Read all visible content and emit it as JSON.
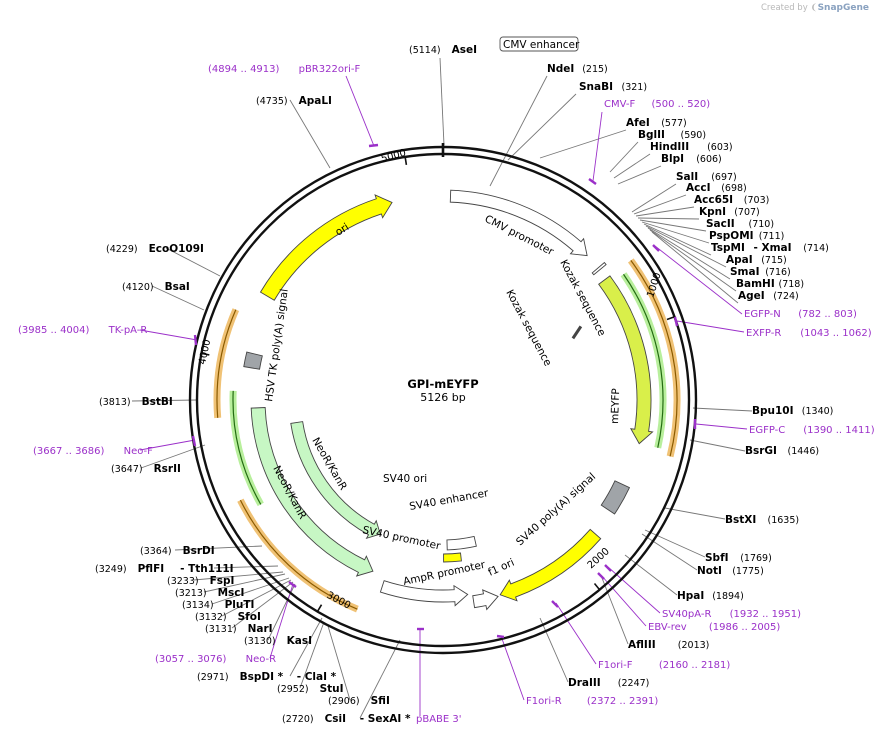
{
  "credit": {
    "prefix": "Created by",
    "brand": "SnapGene"
  },
  "plasmid": {
    "name": "GPI-mEYFP",
    "length_label": "5126 bp",
    "length": 5126
  },
  "ticks": [
    "1000",
    "2000",
    "3000",
    "4000",
    "5000"
  ],
  "features": [
    {
      "name": "CMV enhancer",
      "label": "CMV enhancer",
      "boxed": true
    },
    {
      "name": "CMV promoter",
      "label": "CMV promoter"
    },
    {
      "name": "Kozak sequence 1",
      "label": "Kozak sequence"
    },
    {
      "name": "Kozak sequence 2",
      "label": "Kozak sequence"
    },
    {
      "name": "mEYFP",
      "label": "mEYFP"
    },
    {
      "name": "SV40 poly(A) signal",
      "label": "SV40 poly(A) signal"
    },
    {
      "name": "f1 ori",
      "label": "f1 ori"
    },
    {
      "name": "AmpR promoter",
      "label": "AmpR promoter"
    },
    {
      "name": "SV40 promoter",
      "label": "SV40 promoter"
    },
    {
      "name": "SV40 enhancer",
      "label": "SV40 enhancer"
    },
    {
      "name": "SV40 ori",
      "label": "SV40 ori"
    },
    {
      "name": "NeoR/KanR outer",
      "label": "NeoR/KanR"
    },
    {
      "name": "NeoR/KanR inner",
      "label": "NeoR/KanR"
    },
    {
      "name": "HSV TK poly(A) signal",
      "label": "HSV TK poly(A) signal"
    },
    {
      "name": "ori",
      "label": "ori"
    }
  ],
  "sites": [
    {
      "name": "AseI",
      "pos": "(5114)"
    },
    {
      "name": "NdeI",
      "pos": "(215)"
    },
    {
      "name": "SnaBI",
      "pos": "(321)"
    },
    {
      "name": "AfeI",
      "pos": "(577)"
    },
    {
      "name": "BglII",
      "pos": "(590)"
    },
    {
      "name": "HindIII",
      "pos": "(603)"
    },
    {
      "name": "BlpI",
      "pos": "(606)"
    },
    {
      "name": "SalI",
      "pos": "(697)"
    },
    {
      "name": "AccI",
      "pos": "(698)"
    },
    {
      "name": "Acc65I",
      "pos": "(703)"
    },
    {
      "name": "KpnI",
      "pos": "(707)"
    },
    {
      "name": "SacII",
      "pos": "(710)"
    },
    {
      "name": "PspOMI",
      "pos": "(711)"
    },
    {
      "name": "TspMI",
      "name2": "XmaI",
      "pos": "(714)"
    },
    {
      "name": "ApaI",
      "pos": "(715)"
    },
    {
      "name": "SmaI",
      "pos": "(716)"
    },
    {
      "name": "BamHI",
      "pos": "(718)"
    },
    {
      "name": "AgeI",
      "pos": "(724)"
    },
    {
      "name": "Bpu10I",
      "pos": "(1340)"
    },
    {
      "name": "BsrGI",
      "pos": "(1446)"
    },
    {
      "name": "BstXI",
      "pos": "(1635)"
    },
    {
      "name": "SbfI",
      "pos": "(1769)"
    },
    {
      "name": "NotI",
      "pos": "(1775)"
    },
    {
      "name": "HpaI",
      "pos": "(1894)"
    },
    {
      "name": "AflIII",
      "pos": "(2013)"
    },
    {
      "name": "DraIII",
      "pos": "(2247)"
    },
    {
      "name": "CsiI",
      "name2": "SexAI *",
      "pos": "(2720)"
    },
    {
      "name": "SfiI",
      "pos": "(2906)"
    },
    {
      "name": "StuI",
      "pos": "(2952)"
    },
    {
      "name": "BspDI *",
      "name2": "ClaI *",
      "pos": "(2971)"
    },
    {
      "name": "KasI",
      "pos": "(3130)"
    },
    {
      "name": "NarI",
      "pos": "(3131)"
    },
    {
      "name": "SfoI",
      "pos": "(3132)"
    },
    {
      "name": "PluTI",
      "pos": "(3134)"
    },
    {
      "name": "MscI",
      "pos": "(3213)"
    },
    {
      "name": "FspI",
      "pos": "(3233)"
    },
    {
      "name": "PflFI",
      "name2": "Tth111I",
      "pos": "(3249)"
    },
    {
      "name": "BsrDI",
      "pos": "(3364)"
    },
    {
      "name": "RsrII",
      "pos": "(3647)"
    },
    {
      "name": "BstBI",
      "pos": "(3813)"
    },
    {
      "name": "BsaI",
      "pos": "(4120)"
    },
    {
      "name": "EcoO109I",
      "pos": "(4229)"
    },
    {
      "name": "ApaLI",
      "pos": "(4735)"
    }
  ],
  "primers": [
    {
      "name": "pBR322ori-F",
      "range": "(4894 .. 4913)"
    },
    {
      "name": "CMV-F",
      "range": "(500 .. 520)"
    },
    {
      "name": "EGFP-N",
      "range": "(782 .. 803)"
    },
    {
      "name": "EXFP-R",
      "range": "(1043 .. 1062)"
    },
    {
      "name": "EGFP-C",
      "range": "(1390 .. 1411)"
    },
    {
      "name": "SV40pA-R",
      "range": "(1932 .. 1951)"
    },
    {
      "name": "EBV-rev",
      "range": "(1986 .. 2005)"
    },
    {
      "name": "F1ori-F",
      "range": "(2160 .. 2181)"
    },
    {
      "name": "F1ori-R",
      "range": "(2372 .. 2391)"
    },
    {
      "name": "pBABE 3'",
      "range": ""
    },
    {
      "name": "Neo-R",
      "range": "(3057 .. 3076)"
    },
    {
      "name": "Neo-F",
      "range": "(3667 .. 3686)"
    },
    {
      "name": "TK-pA-R",
      "range": "(3985 .. 4004)"
    }
  ],
  "colors": {
    "backbone": "#111111",
    "promoter": "#ffffff",
    "cds_yellow": "#ffff00",
    "cds_yellowgreen": "#d9ef4a",
    "neor": "#c7f7c4",
    "polyA": "#a0a4a8",
    "primer": "#9b30c9",
    "orf_orange": "#f0c275",
    "orf_green": "#b8ef9c"
  }
}
